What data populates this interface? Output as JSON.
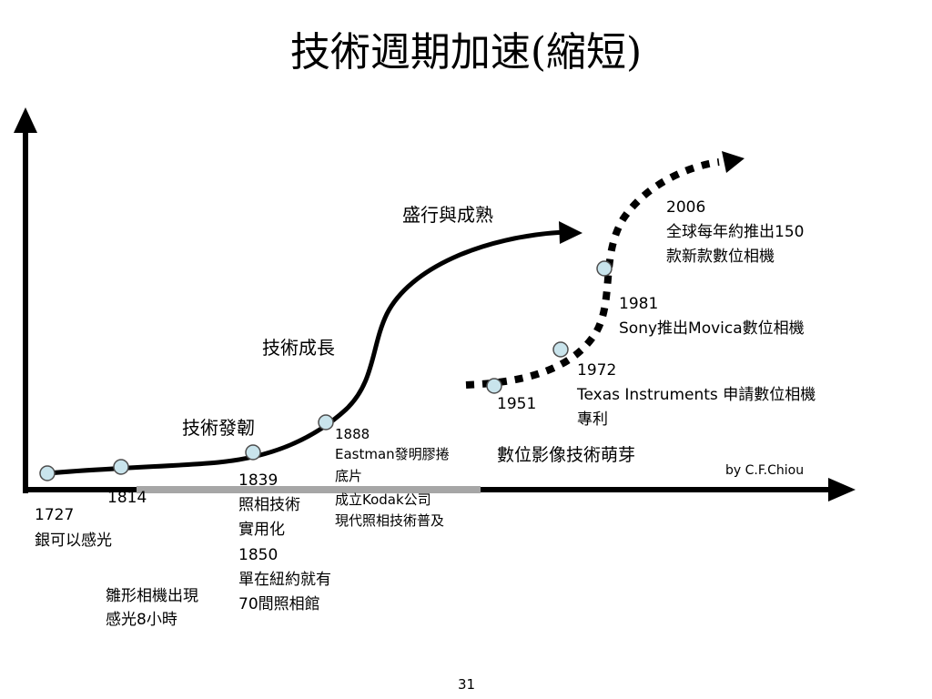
{
  "slide": {
    "title": "技術週期加速(縮短)",
    "credit": "by C.F.Chiou",
    "page_number": "31"
  },
  "phases": {
    "embryonic": "技術發韌",
    "growth": "技術成長",
    "maturity": "盛行與成熟",
    "digital": "數位影像技術萌芽"
  },
  "milestones": {
    "m1727": {
      "year": "1727",
      "text": "銀可以感光"
    },
    "m1814": {
      "year": "1814",
      "line1": "雛形相機出現",
      "line2": "感光8小時"
    },
    "m1839": {
      "year": "1839",
      "line1": "照相技術",
      "line2": "實用化"
    },
    "m1850": {
      "year": "1850",
      "line1": "單在紐約就有",
      "line2": "70間照相館"
    },
    "m1888": {
      "year": "1888",
      "line1": "Eastman發明膠捲",
      "line2": "底片",
      "line3": "成立Kodak公司",
      "line4": "現代照相技術普及"
    },
    "m1951": {
      "year": "1951"
    },
    "m1972": {
      "year": "1972",
      "line1": "Texas Instruments 申請數位相機",
      "line2": "專利"
    },
    "m1981": {
      "year": "1981",
      "text": "Sony推出Movica數位相機"
    },
    "m2006": {
      "year": "2006",
      "line1": "全球每年約推出150",
      "line2": "款新款數位相機"
    }
  },
  "colors": {
    "line": "#000000",
    "node_fill": "#c9e4ec",
    "node_stroke": "#4d4d4d",
    "axis_band": "#a6a6a6"
  }
}
